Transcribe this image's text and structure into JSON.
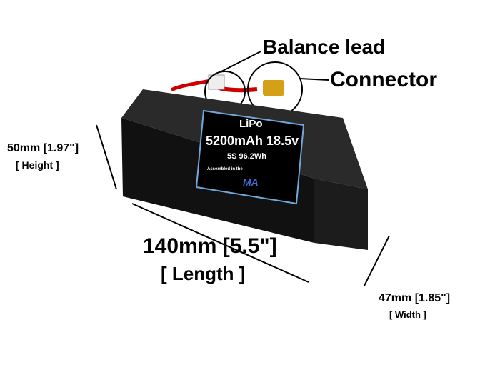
{
  "callouts": {
    "balance_lead": "Balance lead",
    "connector": "Connector"
  },
  "dimensions": {
    "length": "140mm [5.5\"]",
    "length_label": "[ Length ]",
    "height": "50mm [1.97\"]",
    "height_label": "[ Height ]",
    "width": "47mm [1.85\"]",
    "width_label": "[ Width ]"
  },
  "battery_label": {
    "chem": "LiPo",
    "capacity": "5200mAh 18.5v",
    "spec": "5S 96.2Wh",
    "assembled": "Assembled in the",
    "logo": "MA"
  },
  "colors": {
    "battery": "#111111",
    "label_border": "#6fa8dc",
    "connector": "#d4a017"
  }
}
